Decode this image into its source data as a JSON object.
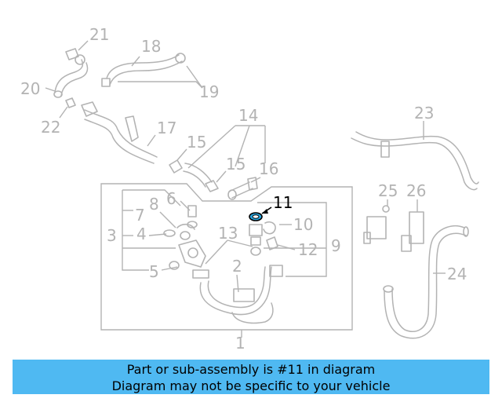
{
  "callouts": {
    "c1": "1",
    "c2": "2",
    "c3": "3",
    "c4": "4",
    "c5": "5",
    "c6": "6",
    "c7": "7",
    "c8": "8",
    "c9": "9",
    "c10": "10",
    "c11": "11",
    "c12": "12",
    "c13": "13",
    "c14": "14",
    "c15a": "15",
    "c15b": "15",
    "c16": "16",
    "c17": "17",
    "c18": "18",
    "c19": "19",
    "c20": "20",
    "c21": "21",
    "c22": "22",
    "c23": "23",
    "c24": "24",
    "c25": "25",
    "c26": "26"
  },
  "highlight": {
    "part": "11",
    "color": "#29a7e1"
  },
  "colors": {
    "line": "#b3b3b3",
    "banner": "#4fb9f2"
  },
  "banner": {
    "line1": "Part or sub-assembly is #11 in diagram",
    "line2": "Diagram may not be specific to your vehicle"
  }
}
